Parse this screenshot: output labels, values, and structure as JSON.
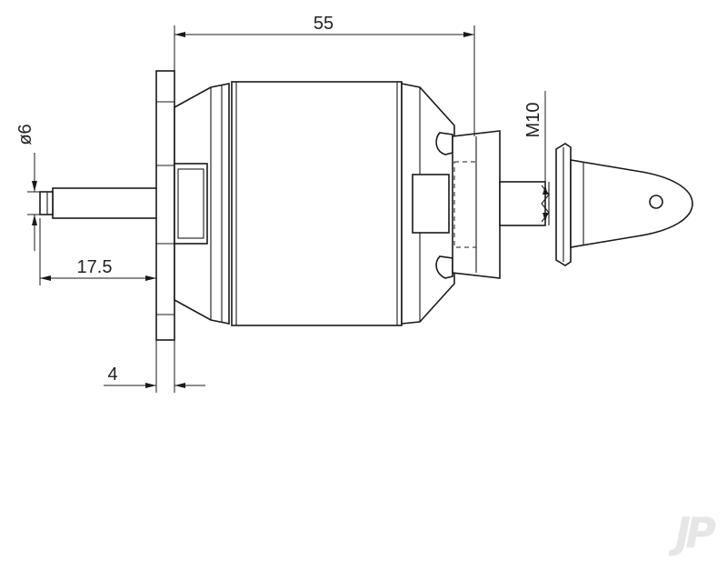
{
  "dimensions": {
    "overall_length": "55",
    "shaft_diameter": "ø6",
    "shaft_length": "17.5",
    "flange_thickness": "4",
    "thread": "M10"
  },
  "watermark": {
    "text": "JP"
  },
  "colors": {
    "line": "#1a1a1a",
    "background": "#ffffff",
    "watermark": "#e6e6e6"
  }
}
